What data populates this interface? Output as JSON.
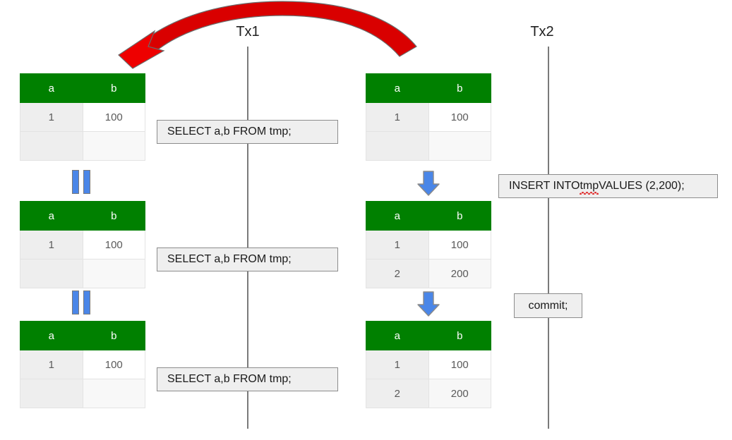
{
  "diagram": {
    "title": "Non-repeatable read / repeatable-read isolation timeline",
    "colors": {
      "table_header_green": "#008000",
      "arrow_blue": "#4a86e8",
      "arc_red": "#e00000",
      "box_gray": "#efefef",
      "lifeline_gray": "#7a7a7a"
    }
  },
  "lifelines": [
    {
      "name": "tx1",
      "label": "Tx1"
    },
    {
      "name": "tx2",
      "label": "Tx2"
    }
  ],
  "table_columns": [
    "a",
    "b"
  ],
  "tx1_snapshots": [
    {
      "name": "tx1-snapshot-1",
      "rows": [
        {
          "a": "1",
          "b": "100"
        },
        {
          "a": "",
          "b": ""
        }
      ]
    },
    {
      "name": "tx1-snapshot-2",
      "rows": [
        {
          "a": "1",
          "b": "100"
        },
        {
          "a": "",
          "b": ""
        }
      ]
    },
    {
      "name": "tx1-snapshot-3",
      "rows": [
        {
          "a": "1",
          "b": "100"
        },
        {
          "a": "",
          "b": ""
        }
      ]
    }
  ],
  "tx2_snapshots": [
    {
      "name": "tx2-snapshot-1",
      "rows": [
        {
          "a": "1",
          "b": "100"
        },
        {
          "a": "",
          "b": ""
        }
      ]
    },
    {
      "name": "tx2-snapshot-2",
      "rows": [
        {
          "a": "1",
          "b": "100"
        },
        {
          "a": "2",
          "b": "200"
        }
      ]
    },
    {
      "name": "tx2-snapshot-3",
      "rows": [
        {
          "a": "1",
          "b": "100"
        },
        {
          "a": "2",
          "b": "200"
        }
      ]
    }
  ],
  "tx1_statements": [
    {
      "name": "select-1",
      "text": "SELECT a,b FROM tmp;"
    },
    {
      "name": "select-2",
      "text": "SELECT a,b FROM tmp;"
    },
    {
      "name": "select-3",
      "text": "SELECT a,b FROM tmp;"
    }
  ],
  "tx2_statements": [
    {
      "name": "insert-1",
      "prefix": "INSERT INTO ",
      "misspelled": "tmp",
      "suffix": " VALUES (2,200);",
      "text": "INSERT INTO tmp VALUES (2,200);"
    },
    {
      "name": "commit-1",
      "text": "commit;"
    }
  ],
  "equality_markers": [
    {
      "name": "equality-marker-1",
      "meaning": "unchanged-snapshot"
    },
    {
      "name": "equality-marker-2",
      "meaning": "unchanged-snapshot"
    }
  ],
  "transition_arrows": [
    {
      "name": "transition-arrow-1",
      "meaning": "row-inserted"
    },
    {
      "name": "transition-arrow-2",
      "meaning": "state-persists"
    }
  ],
  "feedback_arc": {
    "name": "feedback-arc",
    "meaning": "tx2-state-not-visible-to-tx1"
  }
}
